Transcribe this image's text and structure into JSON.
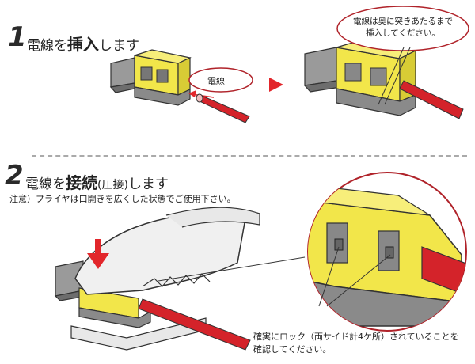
{
  "step1": {
    "number": "1",
    "title_pre": "電線を",
    "title_bold": "挿入",
    "title_post": "します",
    "wire_label": "電線",
    "callout_line1": "電線は奥に突きあたるまで",
    "callout_line2": "挿入してください。"
  },
  "step2": {
    "number": "2",
    "title_pre": "電線を",
    "title_bold": "接続",
    "title_paren": "(圧接)",
    "title_post": "します",
    "note": "注意）プライヤは口開きを広くした状態でご使用下さい。",
    "lock_line1": "確実にロック（両サイド計4ケ所）されていることを",
    "lock_line2": "確認してください。"
  },
  "colors": {
    "connector_yellow": "#f2e64a",
    "wire_red": "#d4232a",
    "arrow_red": "#e2262b",
    "callout_border": "#b0232a",
    "gray_body": "#8a8a8a"
  }
}
